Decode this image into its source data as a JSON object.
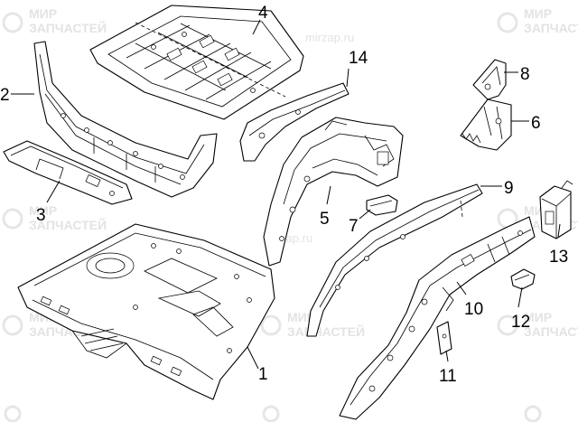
{
  "diagram": {
    "callouts": [
      {
        "id": "1",
        "label": "1"
      },
      {
        "id": "2",
        "label": "2"
      },
      {
        "id": "3",
        "label": "3"
      },
      {
        "id": "4",
        "label": "4"
      },
      {
        "id": "5",
        "label": "5"
      },
      {
        "id": "6",
        "label": "6"
      },
      {
        "id": "7",
        "label": "7"
      },
      {
        "id": "8",
        "label": "8"
      },
      {
        "id": "9",
        "label": "9"
      },
      {
        "id": "10",
        "label": "10"
      },
      {
        "id": "11",
        "label": "11"
      },
      {
        "id": "12",
        "label": "12"
      },
      {
        "id": "13",
        "label": "13"
      },
      {
        "id": "14",
        "label": "14"
      }
    ],
    "watermark": {
      "line1": "МИР",
      "line2": "ЗАПЧАСТЕЙ",
      "url": "mirzap.ru",
      "color": "#e3e3e3"
    }
  }
}
